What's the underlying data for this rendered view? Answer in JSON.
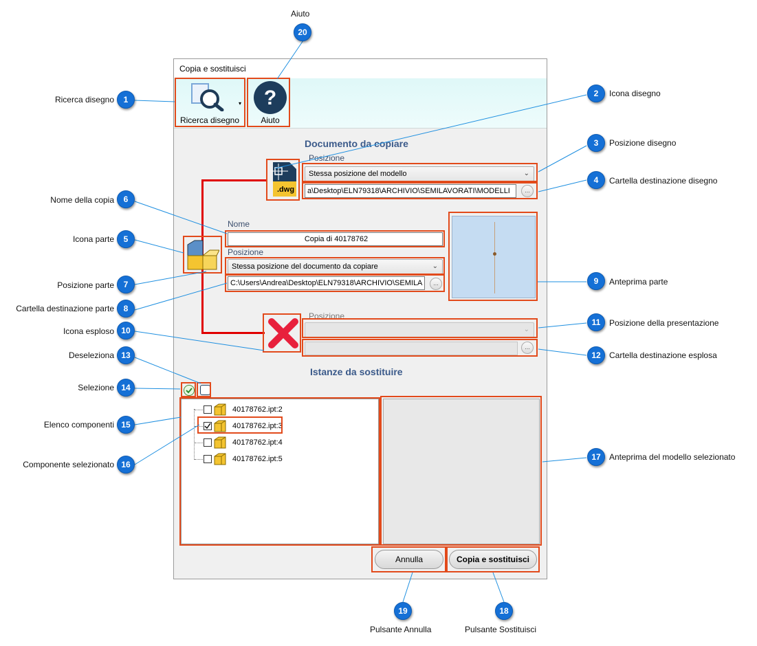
{
  "dialog": {
    "title": "Copia e sostituisci",
    "ribbon": {
      "search_label": "Ricerca disegno",
      "help_label": "Aiuto"
    },
    "document_section": {
      "title": "Documento da copiare",
      "position_label": "Posizione",
      "position_value": "Stessa posizione del modello",
      "folder_value": "a\\Desktop\\ELN79318\\ARCHIVIO\\SEMILAVORATI\\MODELLI",
      "dwg_text": ".dwg"
    },
    "part_section": {
      "name_label": "Nome",
      "name_value": "Copia di 40178762",
      "position_label": "Posizione",
      "position_value": "Stessa posizione del documento da copiare",
      "folder_value": "C:\\Users\\Andrea\\Desktop\\ELN79318\\ARCHIVIO\\SEMILA"
    },
    "exploded_section": {
      "position_label": "Posizione"
    },
    "instances_section": {
      "title": "Istanze da sostituire",
      "items": [
        {
          "label": "40178762.ipt:2",
          "checked": false
        },
        {
          "label": "40178762.ipt:3",
          "checked": true
        },
        {
          "label": "40178762.ipt:4",
          "checked": false
        },
        {
          "label": "40178762.ipt:5",
          "checked": false
        }
      ]
    },
    "buttons": {
      "cancel": "Annulla",
      "replace": "Copia e sostituisci"
    },
    "browse_glyph": "..."
  },
  "callouts": [
    {
      "n": "1",
      "text": "Ricerca disegno"
    },
    {
      "n": "2",
      "text": "Icona disegno"
    },
    {
      "n": "3",
      "text": "Posizione disegno"
    },
    {
      "n": "4",
      "text": "Cartella destinazione disegno"
    },
    {
      "n": "5",
      "text": "Icona parte"
    },
    {
      "n": "6",
      "text": "Nome della copia"
    },
    {
      "n": "7",
      "text": "Posizione parte"
    },
    {
      "n": "8",
      "text": "Cartella destinazione parte"
    },
    {
      "n": "9",
      "text": "Anteprima parte"
    },
    {
      "n": "10",
      "text": "Icona esploso"
    },
    {
      "n": "11",
      "text": "Posizione della presentazione"
    },
    {
      "n": "12",
      "text": "Cartella destinazione esplosa"
    },
    {
      "n": "13",
      "text": "Deseleziona"
    },
    {
      "n": "14",
      "text": "Selezione"
    },
    {
      "n": "15",
      "text": "Elenco componenti"
    },
    {
      "n": "16",
      "text": "Componente selezionato"
    },
    {
      "n": "17",
      "text": "Anteprima del modello selezionato"
    },
    {
      "n": "18",
      "text": "Pulsante Sostituisci"
    },
    {
      "n": "19",
      "text": "Pulsante Annulla"
    },
    {
      "n": "20",
      "text": "Aiuto"
    }
  ],
  "colors": {
    "callout_badge": "#1570d6",
    "highlight_box": "#e24a1b",
    "preview_background": "#c5dcf2",
    "section_title": "#3b5a8a"
  }
}
